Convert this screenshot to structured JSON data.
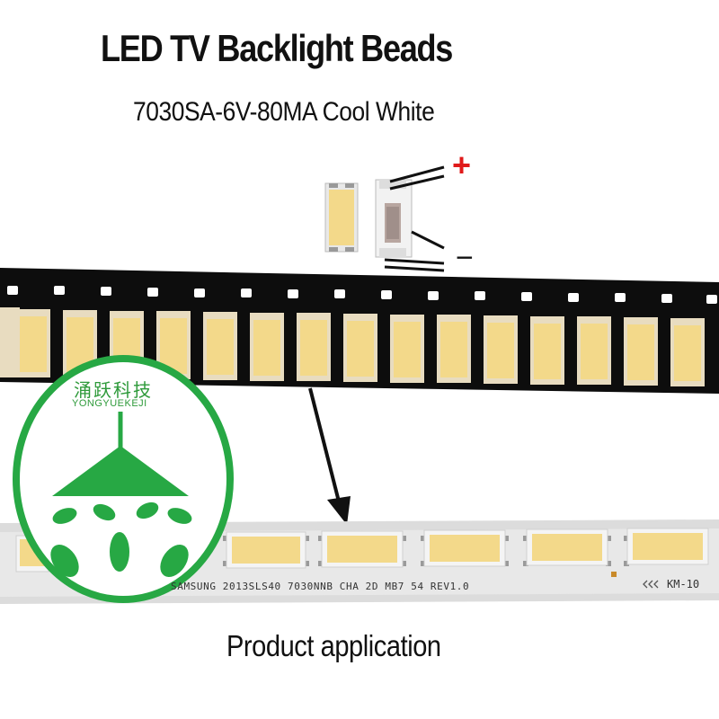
{
  "title": "LED TV Backlight Beads",
  "subtitle": "7030SA-6V-80MA Cool White",
  "polarity": {
    "positive": "+",
    "negative": "−"
  },
  "logo": {
    "chinese": "涌跃科技",
    "english": "YONGYUEKEJI"
  },
  "strip_marking": "SAMSUNG 2013SLS40 7030NNB CHA 2D MB7 54 REV1.0",
  "strip_code": "KM-10",
  "caption": "Product application",
  "colors": {
    "led_phosphor": "#f3d98a",
    "tape": "#0d0d0d",
    "logo_green": "#27a844",
    "plus_sign": "#e01a1a"
  }
}
